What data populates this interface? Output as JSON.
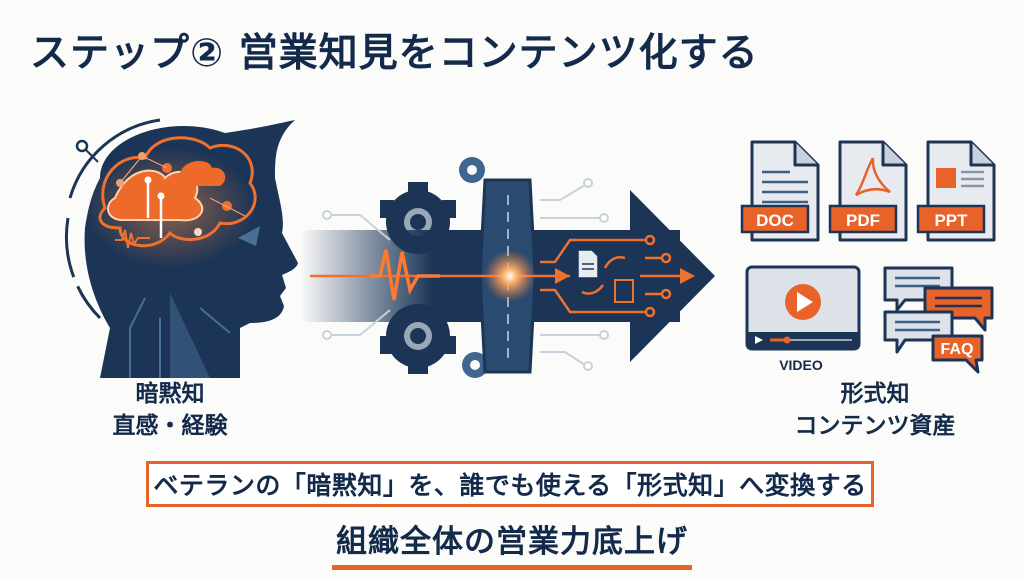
{
  "title": "ステップ② 営業知見をコンテンツ化する",
  "colors": {
    "navy": "#1c3556",
    "accent_orange": "#e8632a",
    "background": "#fbfbfa",
    "steel_blue": "#4a6f94"
  },
  "left_panel": {
    "icon": "head-brain-icon",
    "label_line1": "暗黙知",
    "label_line2": "直感・経験"
  },
  "center_panel": {
    "icon": "conversion-arrow-icon",
    "elements": [
      "gear-icon",
      "waveform-icon",
      "document-icon",
      "transfer-arrows-icon",
      "circuit-lines"
    ]
  },
  "right_panel": {
    "files": [
      {
        "type": "doc-file-icon",
        "badge": "DOC"
      },
      {
        "type": "pdf-file-icon",
        "badge": "PDF"
      },
      {
        "type": "ppt-file-icon",
        "badge": "PPT"
      }
    ],
    "video": {
      "icon": "video-player-icon",
      "label": "VIDEO"
    },
    "faq": {
      "icon": "chat-bubbles-icon",
      "badge": "FAQ"
    },
    "label_line1": "形式知",
    "label_line2": "コンテンツ資産"
  },
  "callout": "ベテランの「暗黙知」を、誰でも使える「形式知」へ変換する",
  "tagline": "組織全体の営業力底上げ"
}
